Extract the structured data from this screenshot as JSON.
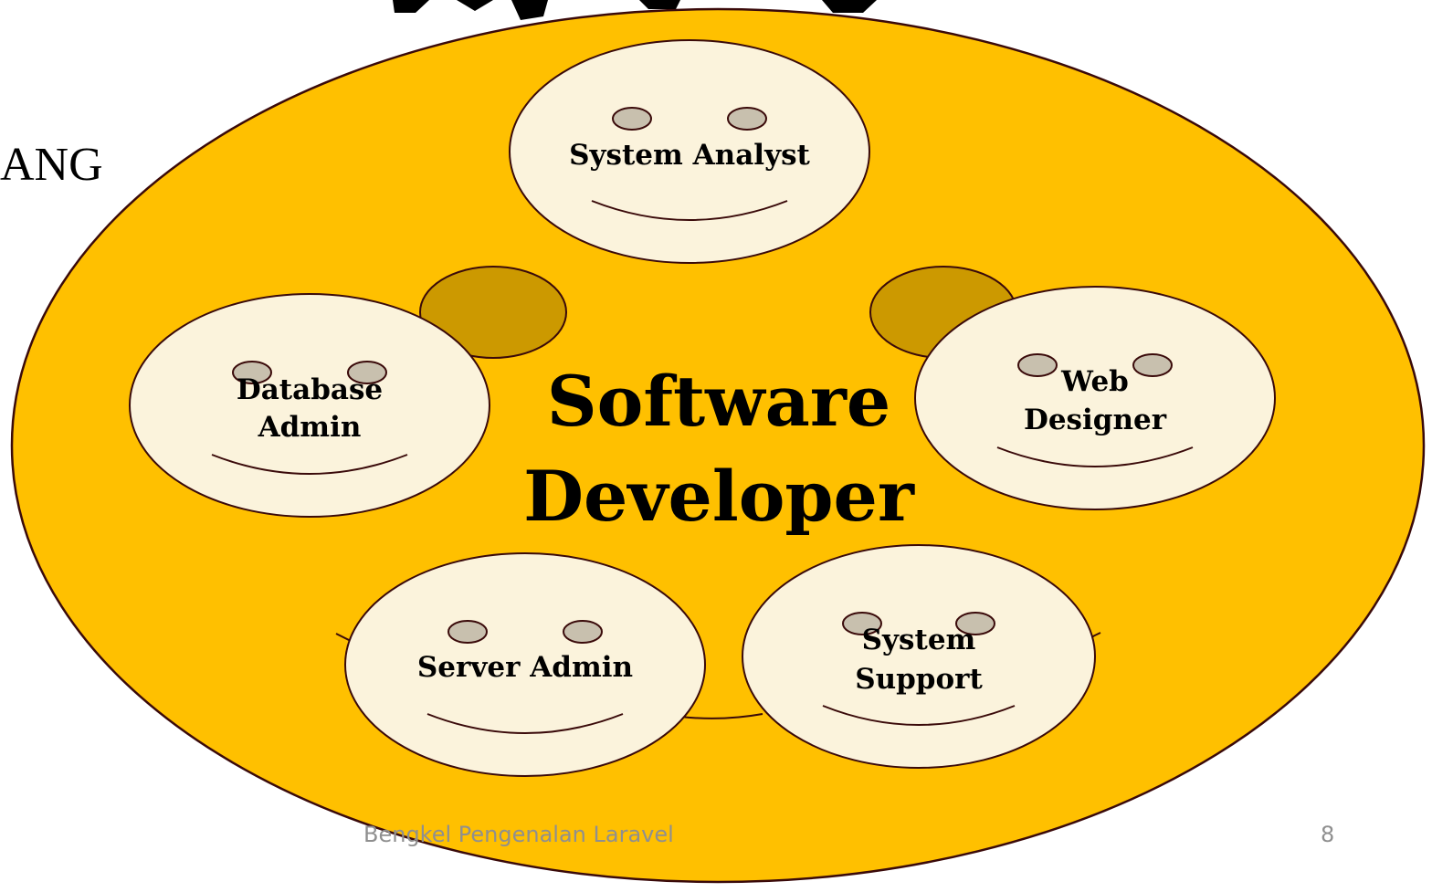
{
  "colors": {
    "big_ellipse_fill": "#FFC000",
    "stroke": "#3a0a0a",
    "face_fill": "#FBF3DC",
    "eye_fill": "#C8C0AE",
    "connector_fill": "#CC9900"
  },
  "side_text": "ANG",
  "center_title": {
    "line1": "Software",
    "line2": "Developer"
  },
  "faces": [
    {
      "id": "system-analyst",
      "lines": [
        "System Analyst"
      ]
    },
    {
      "id": "database-admin",
      "lines": [
        "Database",
        "Admin"
      ]
    },
    {
      "id": "web-designer",
      "lines": [
        "Web",
        "Designer"
      ]
    },
    {
      "id": "server-admin",
      "lines": [
        "Server Admin"
      ]
    },
    {
      "id": "system-support",
      "lines": [
        "System",
        "Support"
      ]
    }
  ],
  "footer": {
    "text": "Bengkel Pengenalan Laravel",
    "page_number": "8"
  }
}
